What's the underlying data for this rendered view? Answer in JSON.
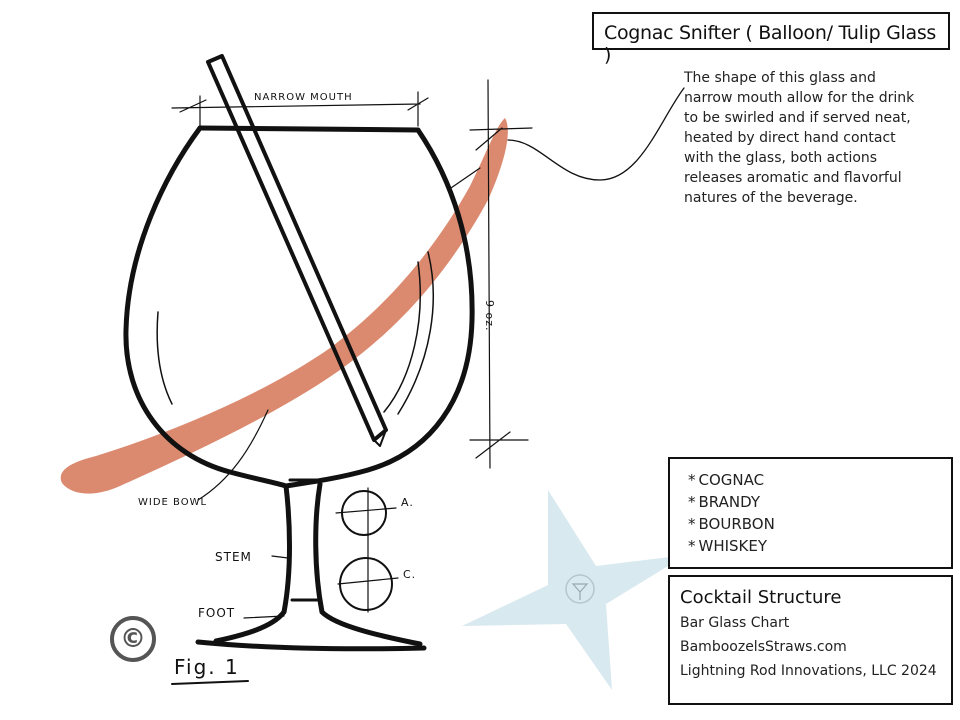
{
  "title": "Cognac Snifter ( Balloon/ Tulip Glass )",
  "description_lines": [
    "The shape of this glass and",
    "narrow mouth allow for the drink",
    "to be swirled and if served neat,",
    "heated by direct hand contact",
    "with the glass, both actions",
    "releases aromatic and flavorful",
    "natures of the beverage."
  ],
  "labels": {
    "mouth": "NARROW MOUTH",
    "volume": "9 oz.",
    "bowl": "WIDE BOWL",
    "stem": "STEM",
    "foot": "FOOT",
    "a": "A.",
    "c": "C.",
    "figure": "Fig. 1",
    "copyright": "©"
  },
  "spirits": [
    "COGNAC",
    "BRANDY",
    "BOURBON",
    "WHISKEY"
  ],
  "info": {
    "heading": "Cocktail Structure",
    "line1": "Bar Glass Chart",
    "line2": "BamboozelsStraws.com",
    "line3": "Lightning Rod Innovations, LLC 2024"
  },
  "colors": {
    "brush": "#d98467",
    "star": "#d8e9ef",
    "ink": "#111111"
  }
}
